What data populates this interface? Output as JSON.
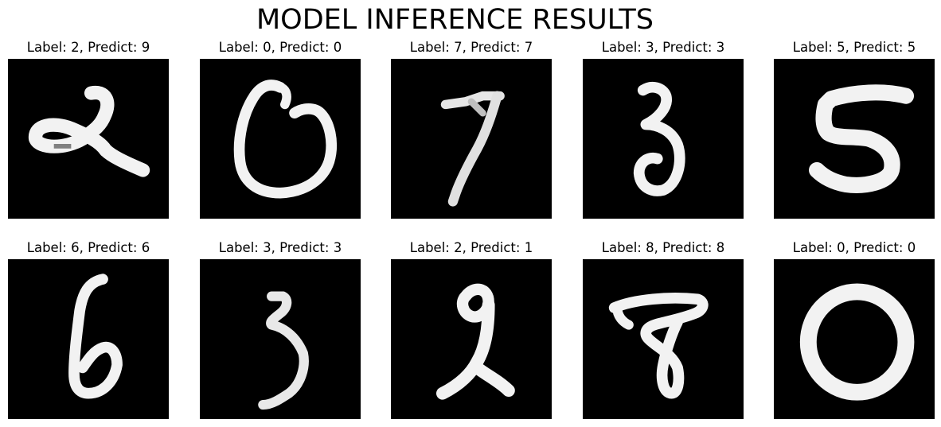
{
  "figure": {
    "title": "MODEL INFERENCE RESULTS"
  },
  "panels": [
    {
      "title": "Label: 2, Predict: 9",
      "label": 2,
      "predict": 9,
      "digit_icon": "handwritten-digit-2-icon"
    },
    {
      "title": "Label: 0, Predict: 0",
      "label": 0,
      "predict": 0,
      "digit_icon": "handwritten-digit-0-icon"
    },
    {
      "title": "Label: 7, Predict: 7",
      "label": 7,
      "predict": 7,
      "digit_icon": "handwritten-digit-7-icon"
    },
    {
      "title": "Label: 3, Predict: 3",
      "label": 3,
      "predict": 3,
      "digit_icon": "handwritten-digit-3-icon"
    },
    {
      "title": "Label: 5, Predict: 5",
      "label": 5,
      "predict": 5,
      "digit_icon": "handwritten-digit-5-icon"
    },
    {
      "title": "Label: 6, Predict: 6",
      "label": 6,
      "predict": 6,
      "digit_icon": "handwritten-digit-6-icon"
    },
    {
      "title": "Label: 3, Predict: 3",
      "label": 3,
      "predict": 3,
      "digit_icon": "handwritten-digit-3-icon"
    },
    {
      "title": "Label: 2, Predict: 1",
      "label": 2,
      "predict": 1,
      "digit_icon": "handwritten-digit-2-icon"
    },
    {
      "title": "Label: 8, Predict: 8",
      "label": 8,
      "predict": 8,
      "digit_icon": "handwritten-digit-8-icon"
    },
    {
      "title": "Label: 0, Predict: 0",
      "label": 0,
      "predict": 0,
      "digit_icon": "handwritten-digit-0-icon"
    }
  ],
  "colors": {
    "background": "#ffffff",
    "image_background": "#000000",
    "stroke": "#f2f2f2"
  }
}
